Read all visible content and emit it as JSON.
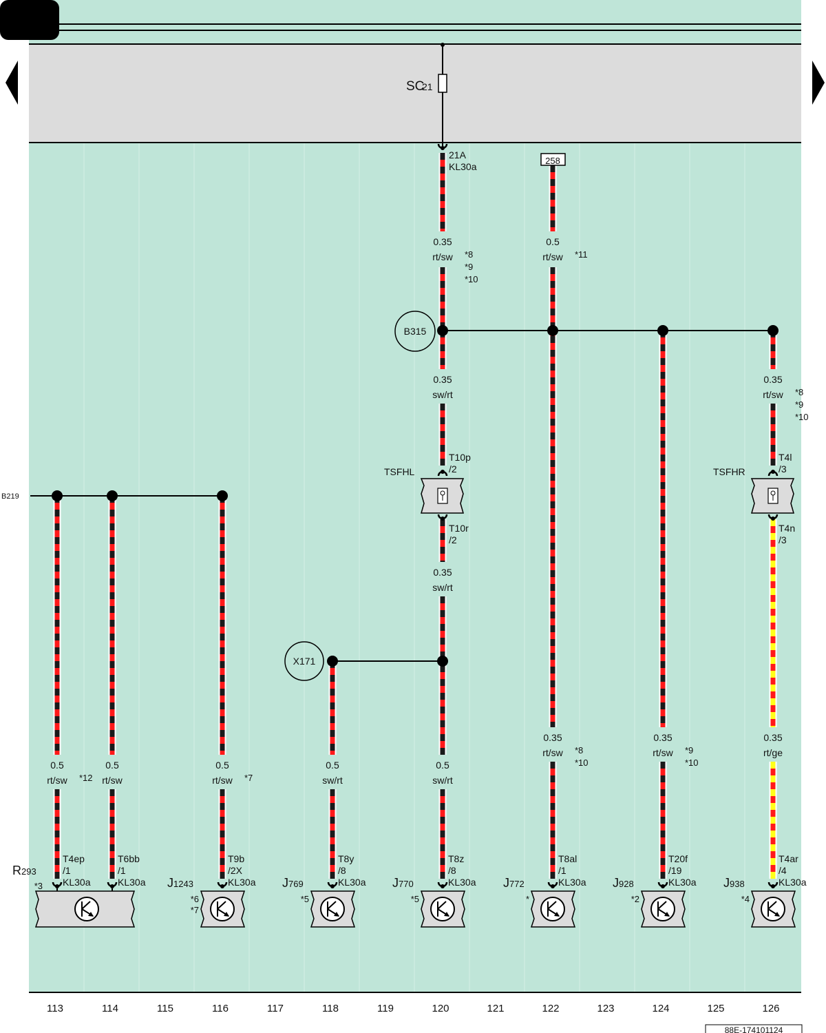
{
  "header": {
    "fuse_label": "SC",
    "fuse_number": "21"
  },
  "nav": {
    "prev": "previous-page",
    "next": "next-page"
  },
  "junctions": {
    "B315": "B315",
    "X171": "X171",
    "B219": "B219"
  },
  "wires": {
    "w120_top": {
      "size": "0.35",
      "color": "rt/sw",
      "notes": [
        "*8",
        "*9",
        "*10"
      ]
    },
    "w122_top": {
      "size": "0.5",
      "color": "rt/sw",
      "notes": [
        "*11"
      ]
    },
    "w120_mid": {
      "size": "0.35",
      "color": "sw/rt"
    },
    "w126_mid": {
      "size": "0.35",
      "color": "rt/sw",
      "notes": [
        "*8",
        "*9",
        "*10"
      ]
    },
    "w120_low": {
      "size": "0.35",
      "color": "sw/rt"
    },
    "w122_bot": {
      "size": "0.35",
      "color": "rt/sw",
      "notes": [
        "*8",
        "*10"
      ]
    },
    "w124_bot": {
      "size": "0.35",
      "color": "rt/sw",
      "notes": [
        "*9",
        "*10"
      ]
    },
    "w126_bot": {
      "size": "0.35",
      "color": "rt/ge"
    },
    "w113": {
      "size": "0.5",
      "color": "rt/sw",
      "notes": [
        "*12"
      ]
    },
    "w114": {
      "size": "0.5",
      "color": "rt/sw"
    },
    "w116": {
      "size": "0.5",
      "color": "rt/sw",
      "notes": [
        "*7"
      ]
    },
    "w118": {
      "size": "0.5",
      "color": "sw/rt"
    },
    "w120_bot": {
      "size": "0.5",
      "color": "sw/rt"
    }
  },
  "connectors": {
    "c120_top": [
      "21A",
      "KL30a"
    ],
    "c122_top": "258",
    "tsfhl_in": [
      "T10p",
      "/2"
    ],
    "tsfhl_out": [
      "T10r",
      "/2"
    ],
    "tsfhr_in": [
      "T4l",
      "/3"
    ],
    "tsfhr_out": [
      "T4n",
      "/3"
    ],
    "c113": [
      "T4ep",
      "/1",
      "KL30a"
    ],
    "c114": [
      "T6bb",
      "/1",
      "KL30a"
    ],
    "c116": [
      "T9b",
      "/2X",
      "KL30a"
    ],
    "c118": [
      "T8y",
      "/8",
      "KL30a"
    ],
    "c120": [
      "T8z",
      "/8",
      "KL30a"
    ],
    "c122": [
      "T8al",
      "/1",
      "KL30a"
    ],
    "c124": [
      "T20f",
      "/19",
      "KL30a"
    ],
    "c126": [
      "T4ar",
      "/4",
      "KL30a"
    ]
  },
  "components": {
    "tsfhl": "TSFHL",
    "tsfhr": "TSFHR",
    "r293": {
      "letter": "R",
      "number": "293",
      "notes": [
        "*3"
      ]
    },
    "j1243": {
      "letter": "J",
      "number": "1243",
      "notes": [
        "*6",
        "*7"
      ]
    },
    "j769": {
      "letter": "J",
      "number": "769",
      "notes": [
        "*5"
      ]
    },
    "j770": {
      "letter": "J",
      "number": "770",
      "notes": [
        "*5"
      ]
    },
    "j772": {
      "letter": "J",
      "number": "772",
      "notes": [
        "*"
      ]
    },
    "j928": {
      "letter": "J",
      "number": "928",
      "notes": [
        "*2"
      ]
    },
    "j938": {
      "letter": "J",
      "number": "938",
      "notes": [
        "*4"
      ]
    }
  },
  "grid_numbers": [
    "113",
    "114",
    "115",
    "116",
    "117",
    "118",
    "119",
    "120",
    "121",
    "122",
    "123",
    "124",
    "125",
    "126"
  ],
  "doc_id": "88E-174101124",
  "colors": {
    "background": "#bfe5d8",
    "fuse_panel": "#dcdcdc",
    "wire_red": "#ff1a1a",
    "wire_black": "#1a1a1a",
    "wire_yellow": "#ffff1a"
  }
}
